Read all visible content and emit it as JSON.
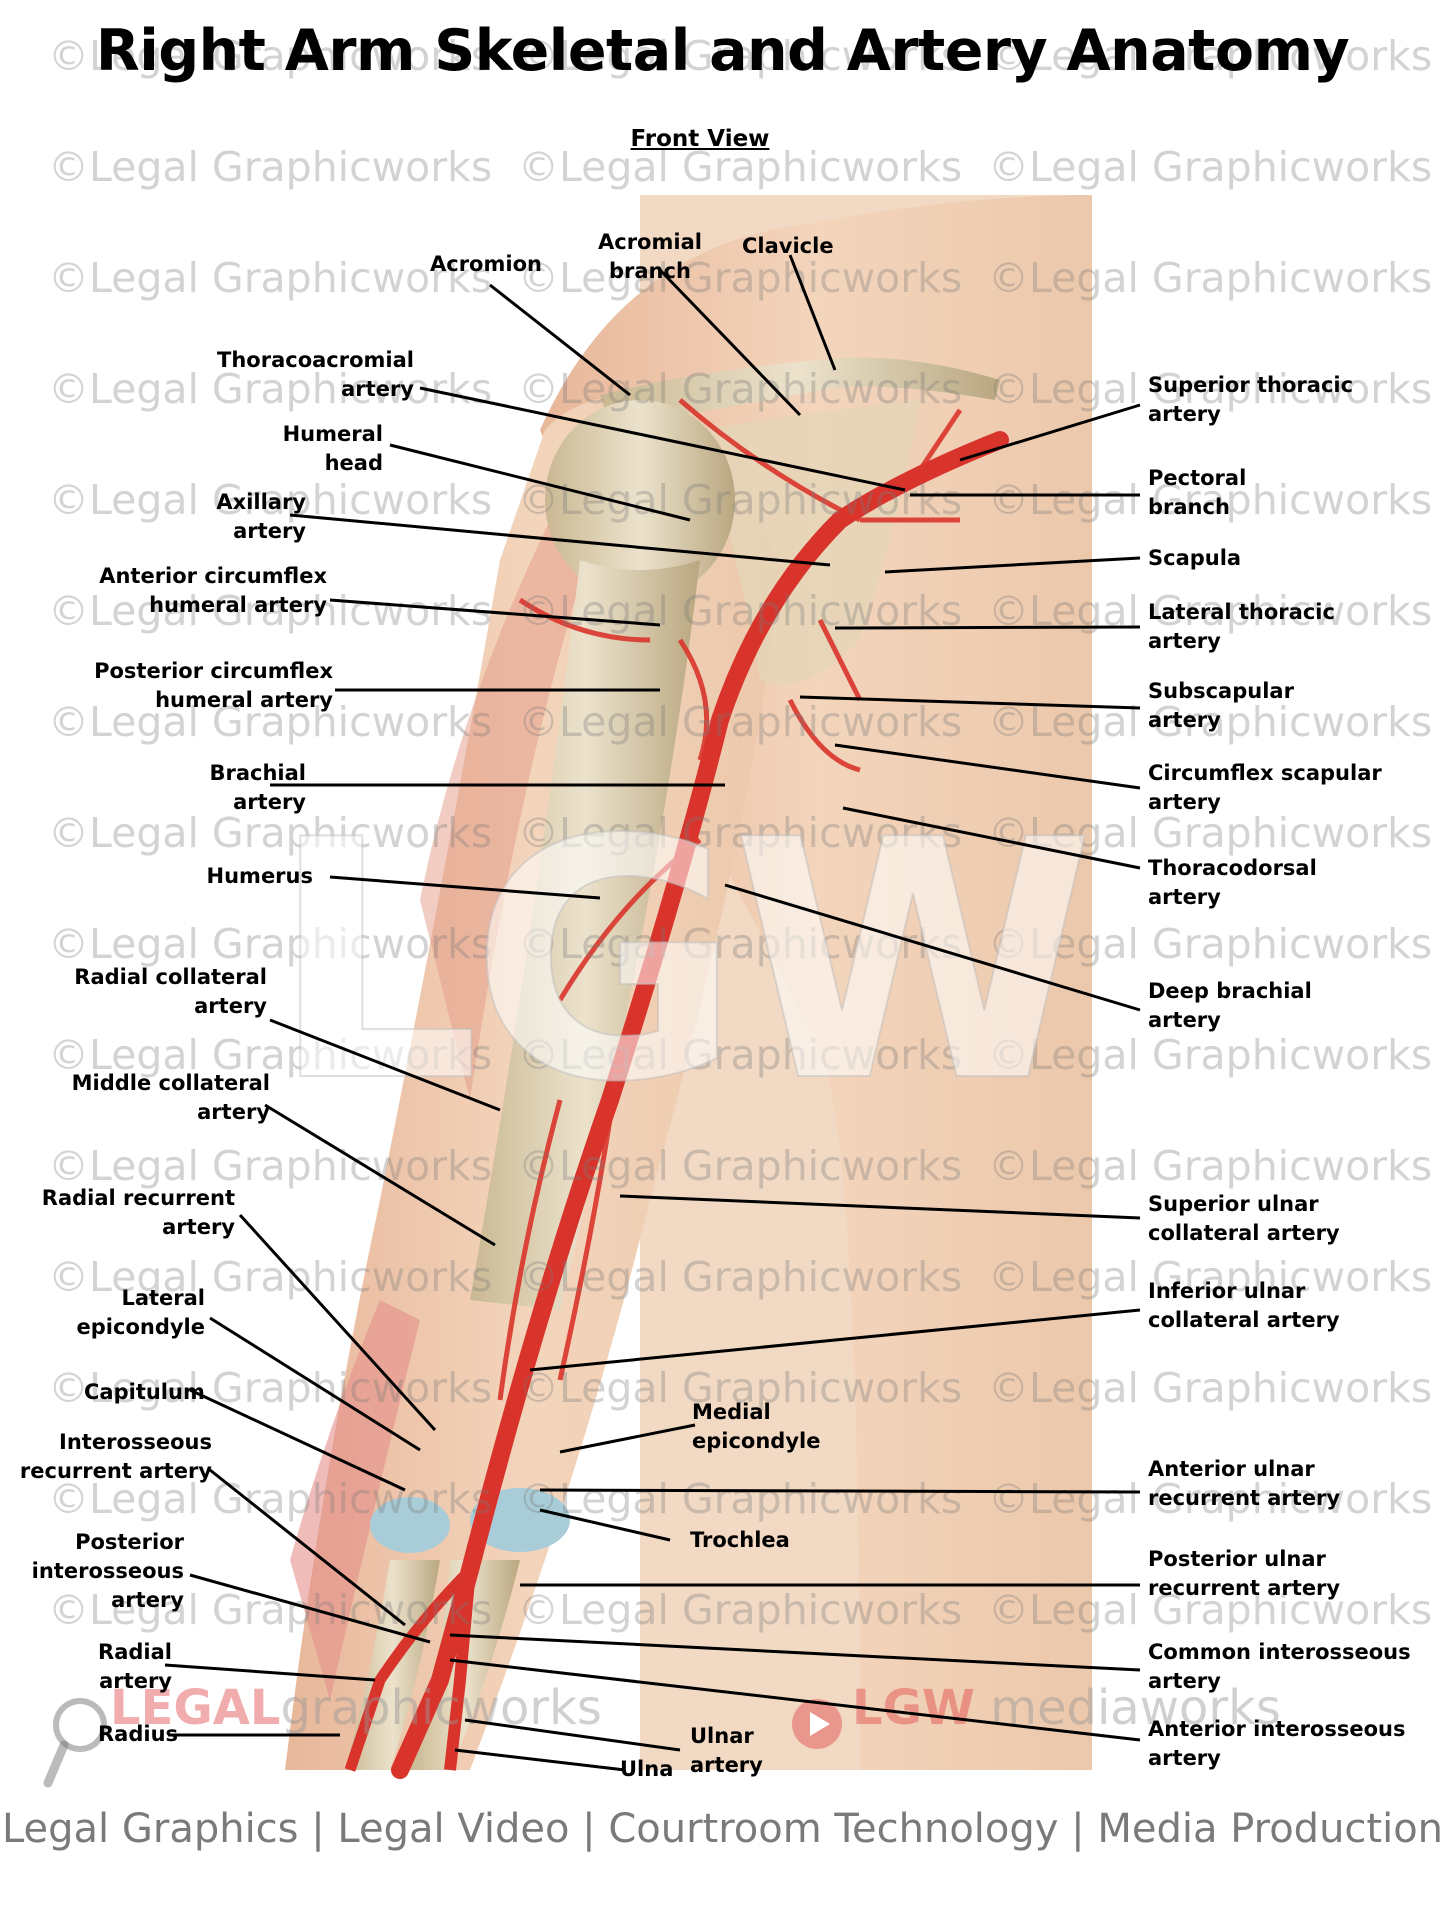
{
  "title": "Right Arm Skeletal and Artery Anatomy",
  "subtitle": "Front View",
  "watermark": "©Legal Graphicworks",
  "logo_letters": "LGW",
  "brand_left_a": "LEGAL",
  "brand_left_b": "graphicworks",
  "brand_right_a": "LGW",
  "brand_right_b": "mediaworks",
  "footer": "Legal Graphics | Legal Video | Courtroom Technology | Media Production",
  "labels_left": {
    "acromion": "Acromion",
    "acromial_branch": "Acromial\nbranch",
    "clavicle": "Clavicle",
    "thoracoacromial": "Thoracoacromial\nartery",
    "humeral_head": "Humeral\nhead",
    "axillary": "Axillary\nartery",
    "ant_circumflex": "Anterior circumflex\nhumeral artery",
    "post_circumflex": "Posterior circumflex\nhumeral artery",
    "brachial": "Brachial\nartery",
    "humerus": "Humerus",
    "radial_collateral": "Radial collateral\nartery",
    "middle_collateral": "Middle collateral\nartery",
    "radial_recurrent": "Radial recurrent\nartery",
    "lateral_epicondyle": "Lateral\nepicondyle",
    "capitulum": "Capitulum",
    "interosseous_recurrent": "Interosseous\nrecurrent artery",
    "posterior_interosseous": "Posterior\ninterosseous\nartery",
    "radial_artery": "Radial\nartery",
    "radius": "Radius",
    "ulna": "Ulna",
    "ulnar_artery": "Ulnar\nartery",
    "medial_epicondyle": "Medial\nepicondyle",
    "trochlea": "Trochlea"
  },
  "labels_right": {
    "superior_thoracic": "Superior thoracic\nartery",
    "pectoral_branch": "Pectoral\nbranch",
    "scapula": "Scapula",
    "lateral_thoracic": "Lateral thoracic\nartery",
    "subscapular": "Subscapular\nartery",
    "circumflex_scapular": "Circumflex scapular\nartery",
    "thoracodorsal": "Thoracodorsal\nartery",
    "deep_brachial": "Deep brachial\nartery",
    "superior_ulnar_collateral": "Superior ulnar\ncollateral artery",
    "inferior_ulnar_collateral": "Inferior ulnar\ncollateral artery",
    "anterior_ulnar_recurrent": "Anterior ulnar\nrecurrent artery",
    "posterior_ulnar_recurrent": "Posterior ulnar\nrecurrent artery",
    "common_interosseous": "Common interosseous\nartery",
    "anterior_interosseous": "Anterior interosseous\nartery"
  },
  "colors": {
    "artery": "#d9342b",
    "skin": "#eac6a6",
    "bone": "#d8cbb0",
    "cartilage": "#a9cdd8",
    "footer": "#7a7a7a",
    "brand_red": "#e0464a"
  }
}
